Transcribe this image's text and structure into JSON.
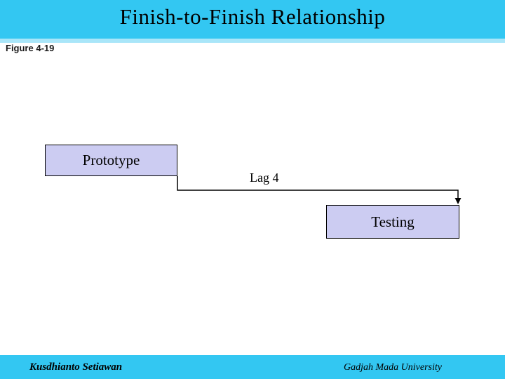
{
  "slide": {
    "title": "Finish-to-Finish Relationship",
    "figure_label": "Figure 4-19",
    "diagram": {
      "type": "finish-to-finish-dependency",
      "predecessor_box": "Prototype",
      "successor_box": "Testing",
      "lag_label": "Lag 4",
      "connector": "arrow from bottom-right of Prototype, down, right, down into top-right of Testing"
    },
    "footer": {
      "author": "Kusdhianto Setiawan",
      "institution": "Gadjah Mada University"
    },
    "colors": {
      "band_cyan": "#33C7F2",
      "band_strip_light_cyan": "#A9E6F9",
      "box_fill_lavender": "#CCCCF2",
      "box_border": "#000000",
      "connector": "#000000",
      "text": "#000000",
      "background": "#FFFFFF"
    }
  }
}
